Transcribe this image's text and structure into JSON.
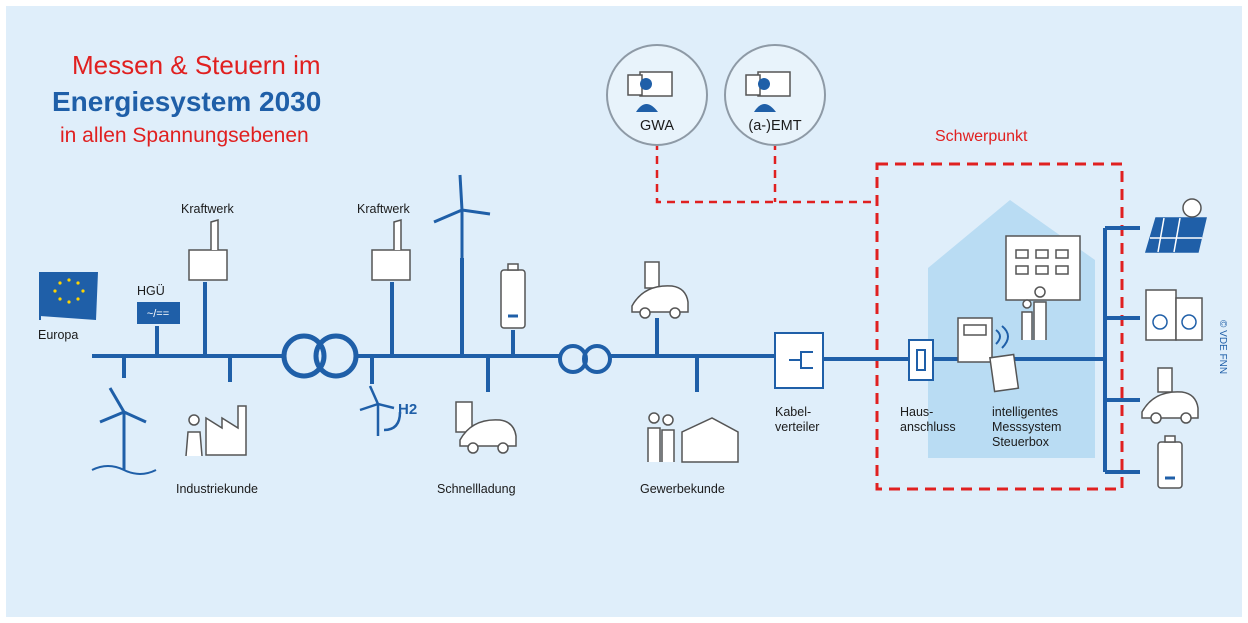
{
  "title": {
    "line1": "Messen & Steuern im",
    "line2": "Energiesystem 2030",
    "line3": "in allen Spannungsebenen"
  },
  "focus_label": "Schwerpunkt",
  "circles": {
    "gwa": "GWA",
    "emt": "(a-)EMT"
  },
  "labels": {
    "europa": "Europa",
    "hgue": "HGÜ",
    "hgue_symbol": "~/==",
    "kraftwerk_1": "Kraftwerk",
    "kraftwerk_2": "Kraftwerk",
    "h2": "H2",
    "industriekunde": "Industriekunde",
    "schnellladung": "Schnellladung",
    "gewerbekunde": "Gewerbekunde",
    "kabelverteiler": "Kabel-\nverteiler",
    "hausanschluss": "Haus-\nanschluss",
    "messsystem": "intelligentes\nMesssystem\nSteuerbox"
  },
  "copyright": "© VDE FNN",
  "colors": {
    "background": "#dfeefa",
    "grid_line": "#1f5fa8",
    "title_red": "#e02020",
    "title_blue": "#1f5fa8",
    "house": "#b9dcf3"
  }
}
